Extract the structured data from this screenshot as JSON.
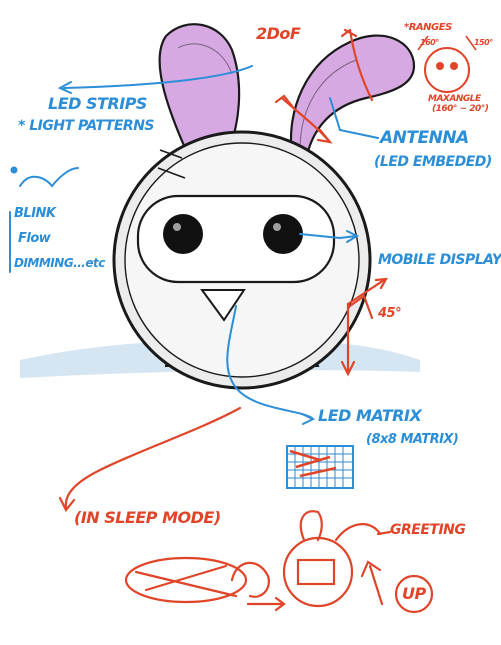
{
  "colors": {
    "ink": "#1a1a1a",
    "blue": "#2b8ed6",
    "red": "#e0452a",
    "pink": "#c98fd6",
    "ground": "#b9d4ea"
  },
  "labels": {
    "dof": "2DoF",
    "ranges": "*RANGES",
    "angle_left": "160°",
    "angle_right": "150°",
    "max_angle": "MAXANGLE",
    "max_angle_value": "(160° ~ 20°)",
    "led_strips": "LED STRIPS",
    "light_patterns": "* LIGHT PATTERNS",
    "blink": "BLINK",
    "flow": "Flow",
    "dimming": "DIMMING...etc",
    "antenna": "ANTENNA",
    "led_embedded": "(LED EMBEDED)",
    "mobile_display": "MOBILE DISPLAY",
    "tilt_angle": "45°",
    "led_matrix": "LED MATRIX",
    "matrix_size": "(8x8 MATRIX)",
    "sleep_mode": "(IN SLEEP MODE)",
    "greeting": "GREETING",
    "up": "UP"
  }
}
